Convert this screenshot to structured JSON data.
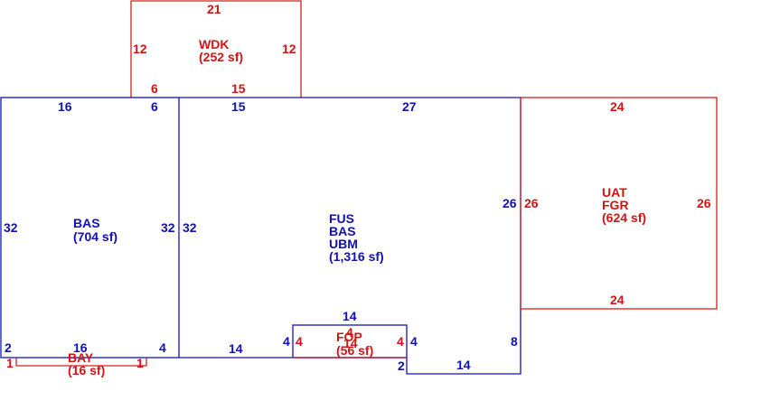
{
  "colors": {
    "blue": "#1010c8",
    "red": "#d81e1e"
  },
  "areas": {
    "wdk": {
      "code": "WDK",
      "size": "(252 sf)"
    },
    "bas_left": {
      "code": "BAS",
      "size": "(704 sf)"
    },
    "main": {
      "codes": [
        "FUS",
        "BAS",
        "UBM"
      ],
      "size": "(1,316 sf)"
    },
    "fgr": {
      "codes": [
        "UAT",
        "FGR"
      ],
      "size": "(624 sf)"
    },
    "bay": {
      "code": "BAY",
      "size": "(16 sf)"
    },
    "fop": {
      "code": "FOP",
      "size": "(56 sf)"
    }
  },
  "dims": {
    "wdk_top": "21",
    "wdk_left": "12",
    "wdk_right": "12",
    "wdk_bottom_a": "6",
    "wdk_bottom_b": "15",
    "bas_top": "16",
    "bas_top_b": "6",
    "bas_left": "32",
    "bas_right": "32",
    "bas_bottom_left": "2",
    "bas_bottom_mid": "16",
    "bas_bottom_right": "4",
    "main_top_a": "15",
    "main_top_b": "27",
    "main_left": "32",
    "main_right": "26",
    "main_bottom_a": "14",
    "main_bottom_step": "4",
    "main_bottom_b": "14",
    "main_bottom_c": "14",
    "main_right_low": "8",
    "main_step_low": "2",
    "main_step_right": "4",
    "fgr_top": "24",
    "fgr_left": "26",
    "fgr_right": "26",
    "fgr_bottom": "24",
    "fop_left": "4",
    "fop_right": "4",
    "fop_mid": "4",
    "fop_mid2": "14",
    "bay_left": "1",
    "bay_right": "1"
  }
}
